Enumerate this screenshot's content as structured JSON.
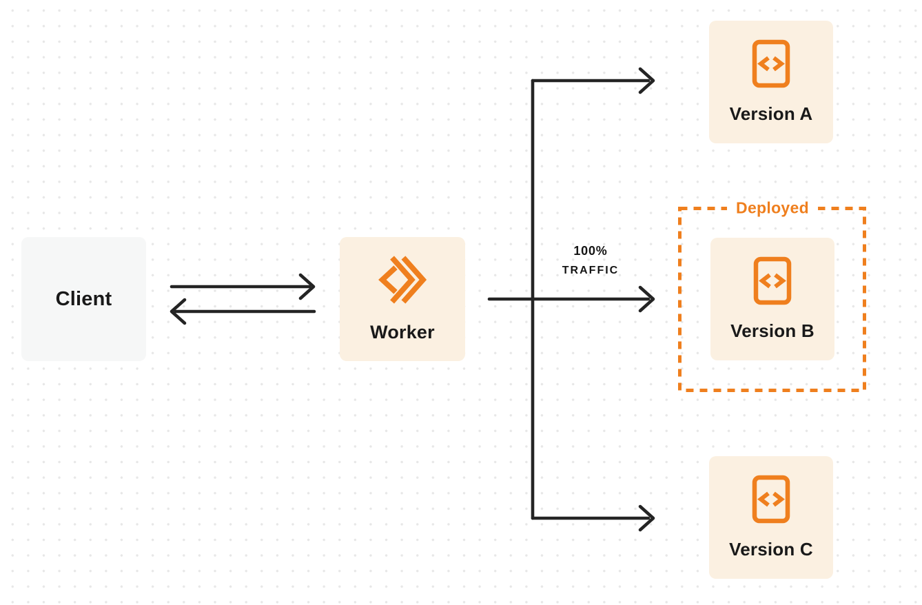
{
  "nodes": {
    "client": {
      "label": "Client"
    },
    "worker": {
      "label": "Worker",
      "icon": "cloudflare-workers-logo-icon"
    },
    "versions": [
      {
        "label": "Version A",
        "icon": "code-file-icon"
      },
      {
        "label": "Version B",
        "icon": "code-file-icon",
        "deployed": true
      },
      {
        "label": "Version C",
        "icon": "code-file-icon"
      }
    ]
  },
  "annotations": {
    "traffic": {
      "line1": "100%",
      "line2": "TRAFFIC"
    },
    "deployed": {
      "label": "Deployed"
    }
  },
  "colors": {
    "accent_orange": "#EF7F1E",
    "node_cream": "#FBF0E1",
    "client_gray": "#F6F7F7",
    "arrow_dark": "#242424",
    "text_dark": "#191919",
    "dot_gray": "#E7E7E7",
    "background": "#FFFFFF"
  }
}
